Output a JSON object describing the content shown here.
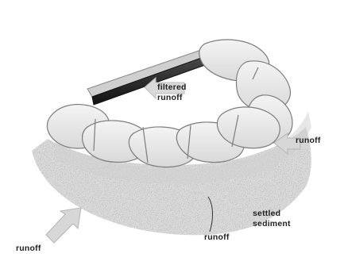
{
  "labels": {
    "filtered_runoff": "filtered runoff",
    "runoff_right": "runoff",
    "settled_sediment": "settled sediment",
    "runoff_bottom": "runoff",
    "runoff_left": "runoff"
  },
  "colors": {
    "ink": "#222222",
    "sediment": "#7a7a7a",
    "bag_fill": "#e9e9e9",
    "bag_stroke": "#7d7d7d",
    "board": "#1f1f1f",
    "arrow": "#d7d7d7"
  }
}
